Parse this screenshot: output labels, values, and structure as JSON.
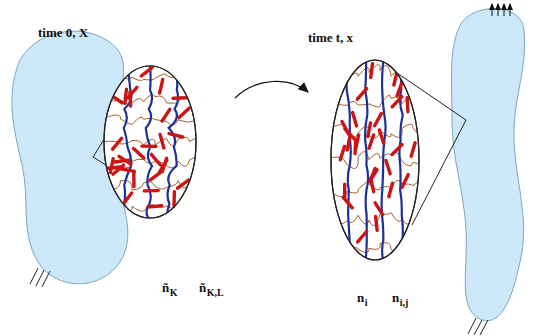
{
  "diagram": {
    "labels": [
      "time 0, X",
      "time t, x",
      "ñ",
      "K",
      "ñ",
      "K,L",
      "n",
      "i",
      "n",
      "i,j"
    ]
  }
}
